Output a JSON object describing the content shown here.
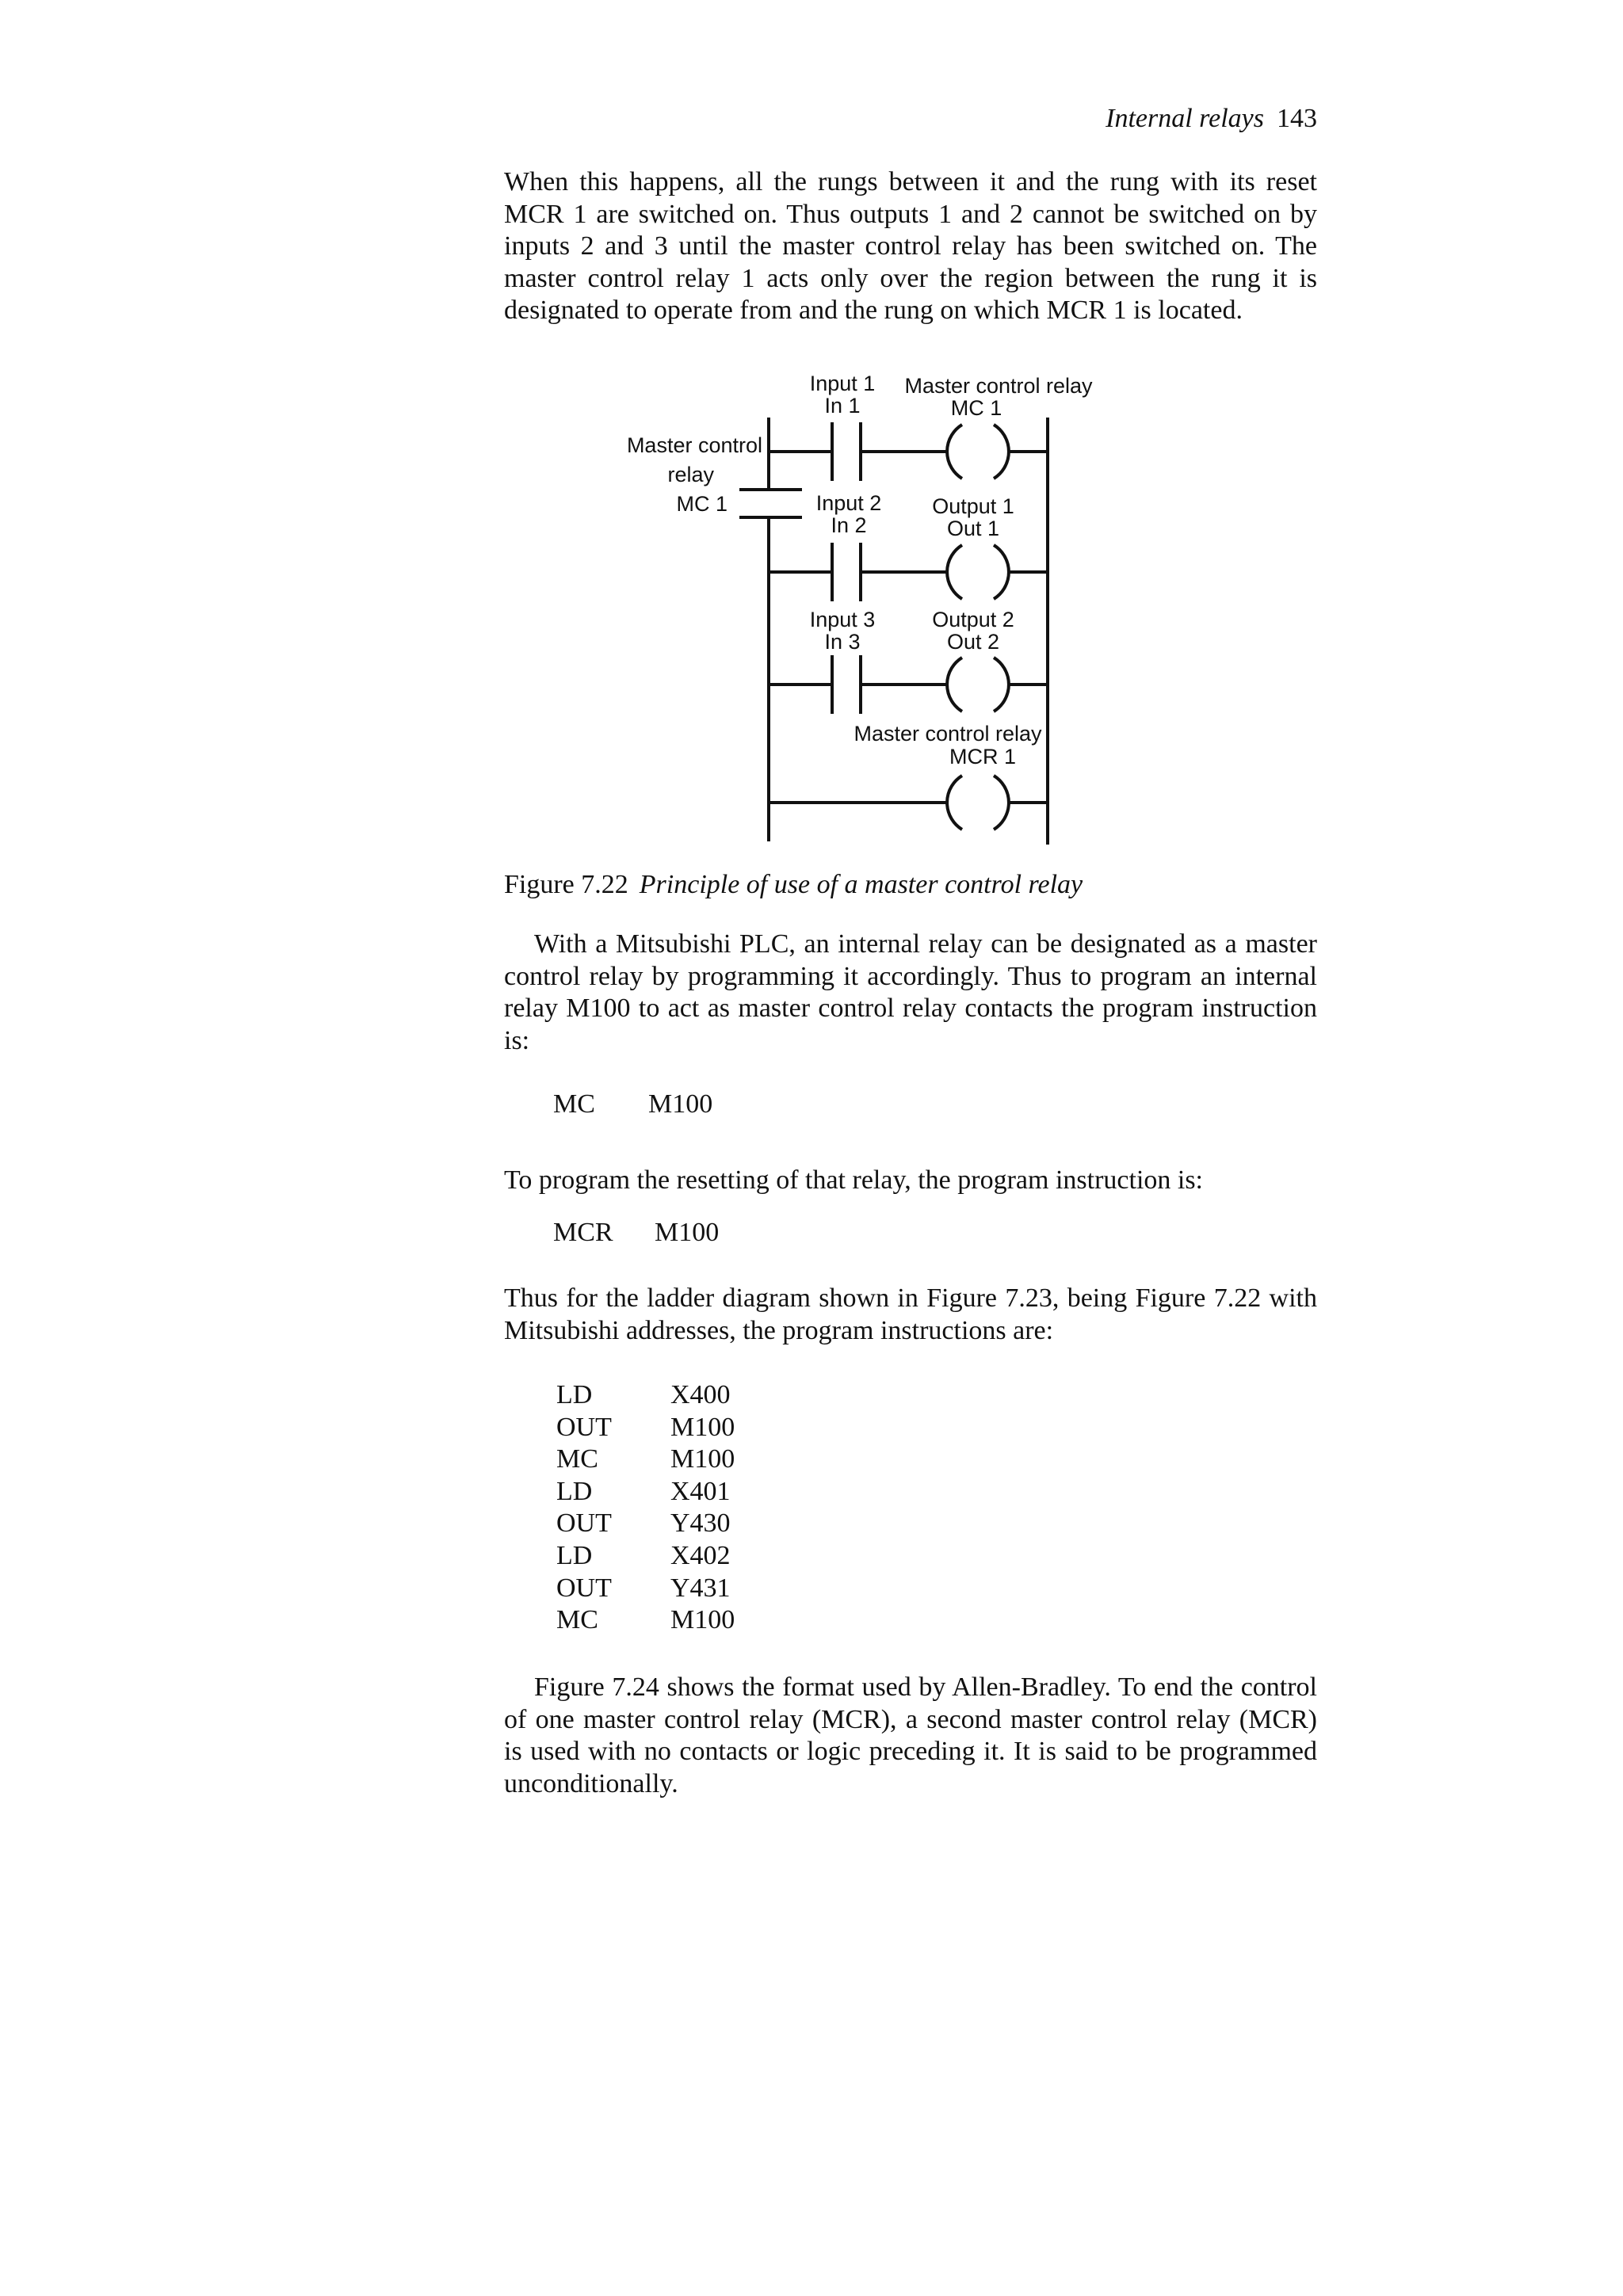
{
  "header": {
    "title": "Internal relays",
    "page_number": "143"
  },
  "paragraphs": {
    "p1": "When this happens, all the rungs between it and the rung with its reset MCR 1 are switched on. Thus outputs 1 and 2 cannot be switched on by inputs 2 and 3 until the master control relay has been switched on. The master control relay 1 acts only over the region between the rung it is designated to operate from and the rung on which MCR 1 is located.",
    "p2": "With a Mitsubishi PLC, an internal relay can be designated as a master control relay by programming it accordingly. Thus to program an internal relay M100 to act as master control relay contacts the program instruction is:",
    "p3": "To program the resetting of that relay, the program instruction is:",
    "p4": "Thus for the ladder diagram shown in Figure 7.23, being Figure 7.22 with Mitsubishi addresses, the program instructions are:",
    "p5": "Figure 7.24 shows the format used by Allen-Bradley. To end the control of one master control relay (MCR), a second master control relay (MCR) is used with no contacts or logic preceding it. It is said to be programmed unconditionally."
  },
  "instructions": {
    "mc": {
      "op": "MC",
      "operand": "M100"
    },
    "mcr": {
      "op": "MCR",
      "operand": "M100"
    }
  },
  "program_listing": [
    {
      "op": "LD",
      "operand": "X400"
    },
    {
      "op": "OUT",
      "operand": "M100"
    },
    {
      "op": "MC",
      "operand": "M100"
    },
    {
      "op": "LD",
      "operand": "X401"
    },
    {
      "op": "OUT",
      "operand": "Y430"
    },
    {
      "op": "LD",
      "operand": "X402"
    },
    {
      "op": "OUT",
      "operand": "Y431"
    },
    {
      "op": "MC",
      "operand": "M100"
    }
  ],
  "figure": {
    "label": "Figure 7.22",
    "title": "Principle of use of a master control relay",
    "diagram": {
      "input1_line1": "Input 1",
      "input1_line2": "In 1",
      "mcr_coil_line1": "Master control relay",
      "mcr_coil_line2": "MC 1",
      "mc_contact_line1": "Master control",
      "mc_contact_line2": "relay",
      "mc_contact_line3": "MC 1",
      "input2_line1": "Input 2",
      "input2_line2": "In 2",
      "output1_line1": "Output 1",
      "output1_line2": "Out 1",
      "input3_line1": "Input 3",
      "input3_line2": "In 3",
      "output2_line1": "Output 2",
      "output2_line2": "Out 2",
      "reset_line1": "Master control relay",
      "reset_line2": "MCR 1"
    }
  }
}
